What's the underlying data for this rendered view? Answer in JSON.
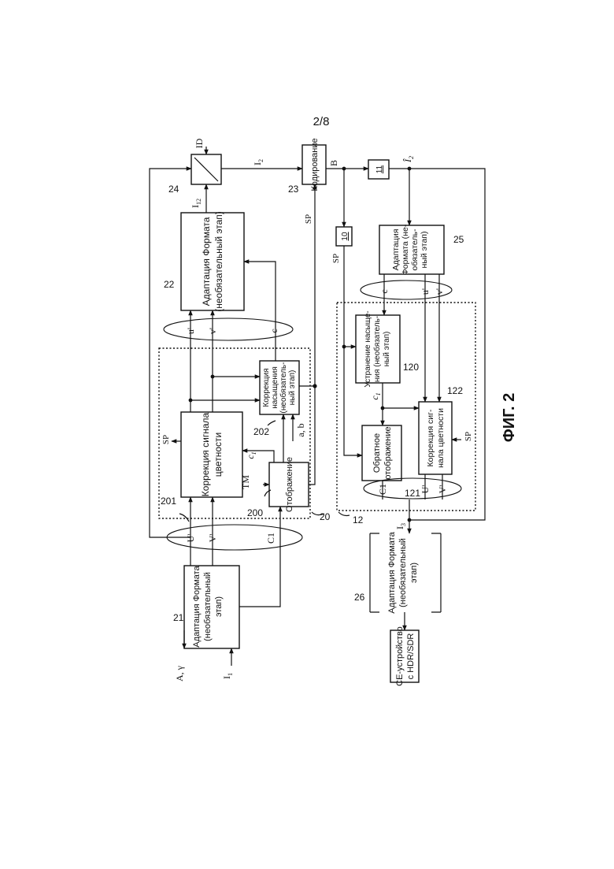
{
  "page_number": "2/8",
  "figure_caption": "ФИГ. 2",
  "blocks": {
    "b21": {
      "ref": "21",
      "line1": "Адаптация Формата",
      "line2": "(необязательный",
      "line3": "этап)"
    },
    "b201": {
      "ref": "201",
      "line1": "Коррекция сигнала",
      "line2": "цветности"
    },
    "b200": {
      "ref": "200",
      "line1": "Отображение"
    },
    "b202": {
      "ref": "202",
      "line1": "Коррекция",
      "line2": "насыщения",
      "line3": "(необязатель-",
      "line4": "ный этап)"
    },
    "b22": {
      "ref": "22",
      "line1": "Адаптация Формата",
      "line2": "(необязательный этап)"
    },
    "b24": {
      "ref": "24"
    },
    "b23": {
      "ref": "23",
      "line1": "Кодирование"
    },
    "b10": {
      "ref": "10"
    },
    "b11": {
      "ref": "11"
    },
    "b25": {
      "ref": "25",
      "line1": "Адаптация",
      "line2": "Формата (не-",
      "line3": "обязатель-",
      "line4": "ный этап)"
    },
    "b120": {
      "ref": "120",
      "line1": "Устранение насыще-",
      "line2": "ния (необязатель-",
      "line3": "ный этап)"
    },
    "b121": {
      "ref": "121",
      "line1": "Обратное",
      "line2": "отображение"
    },
    "b122": {
      "ref": "122",
      "line1": "Коррекция сиг-",
      "line2": "нала цветности"
    },
    "b26": {
      "ref": "26",
      "line1": "Адаптация Формата",
      "line2": "(необязательный",
      "line3": "этап)"
    },
    "bCE": {
      "line1": "CE-устройство",
      "line2": "с HDR/SDR"
    }
  },
  "groups": {
    "g20": "20",
    "g12": "12"
  },
  "signals": {
    "a_gamma": "A, γ",
    "I1": "I",
    "I1_sub": "1",
    "U_prime": "U'",
    "V_prime": "V'",
    "C1_in": "C1",
    "TM": "TM",
    "c1_top": "c",
    "c1_top_sub": "1",
    "ab": "a, b",
    "SP_201": "SP",
    "u_prime": "u'",
    "v_prime": "v'",
    "c_top": "c",
    "I12": "I",
    "I12_sub": "12",
    "ID": "ID",
    "I2": "I",
    "I2_sub": "2",
    "SP_23": "SP",
    "B": "B",
    "SP_10": "SP",
    "I2_hat": "Î",
    "I2_hat_sub": "2",
    "c_bot": "c",
    "u_bot": "u'",
    "v_bot": "v'",
    "c1_bot": "c",
    "c1_bot_sub": "1",
    "SP_122": "SP",
    "C1_bot": "C1",
    "U_bot": "U'",
    "V_bot": "V'",
    "I3": "I",
    "I3_sub": "3"
  }
}
